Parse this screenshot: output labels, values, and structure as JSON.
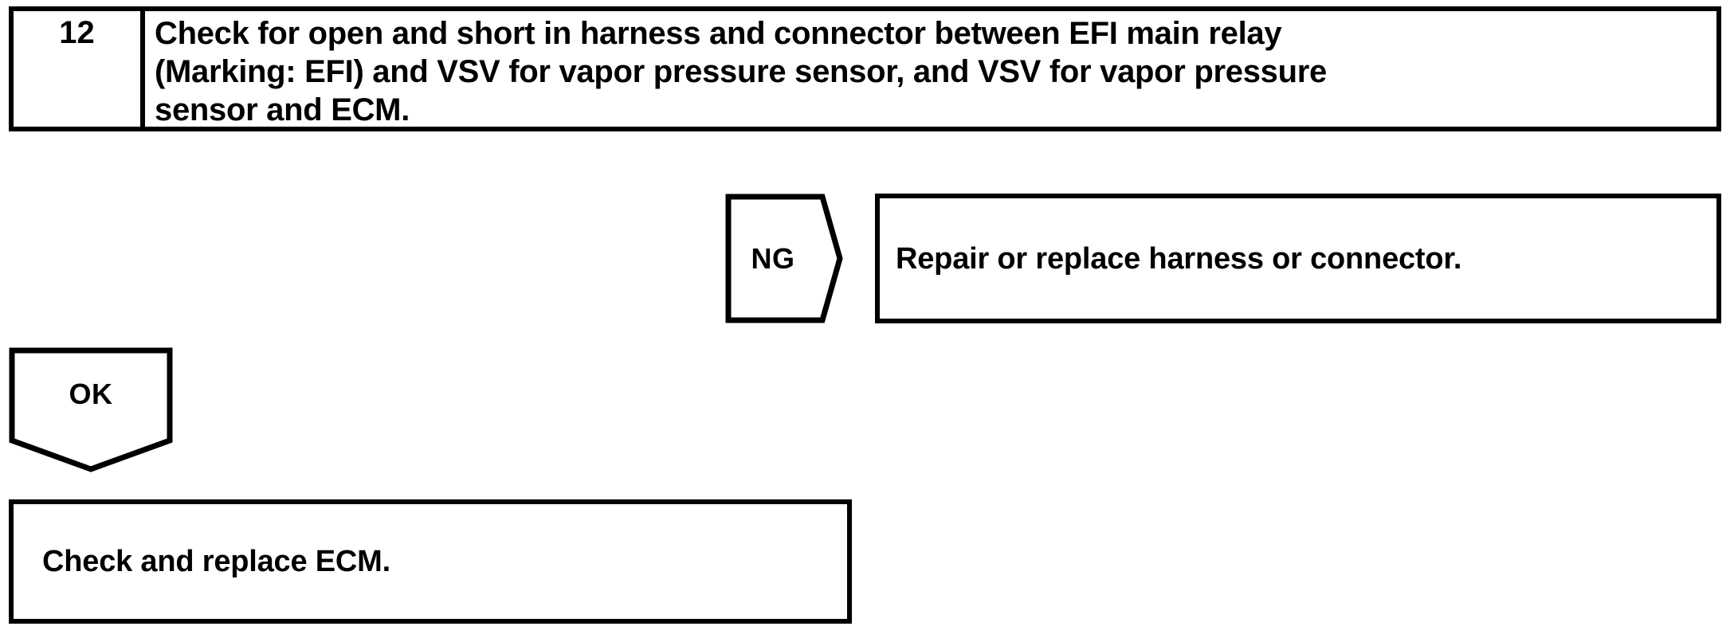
{
  "diagram": {
    "type": "troubleshooting-flowchart",
    "line_color": "#000000",
    "background_color": "#ffffff",
    "text_color": "#000000"
  },
  "step": {
    "number": "12",
    "description": "Check for open and short in harness and connector between EFI main relay\n(Marking: EFI) and VSV for vapor pressure sensor, and VSV for vapor pressure\nsensor and ECM."
  },
  "branches": {
    "ng": {
      "label": "NG",
      "result": "Repair or replace harness or connector."
    },
    "ok": {
      "label": "OK",
      "result": "Check and replace ECM."
    }
  }
}
